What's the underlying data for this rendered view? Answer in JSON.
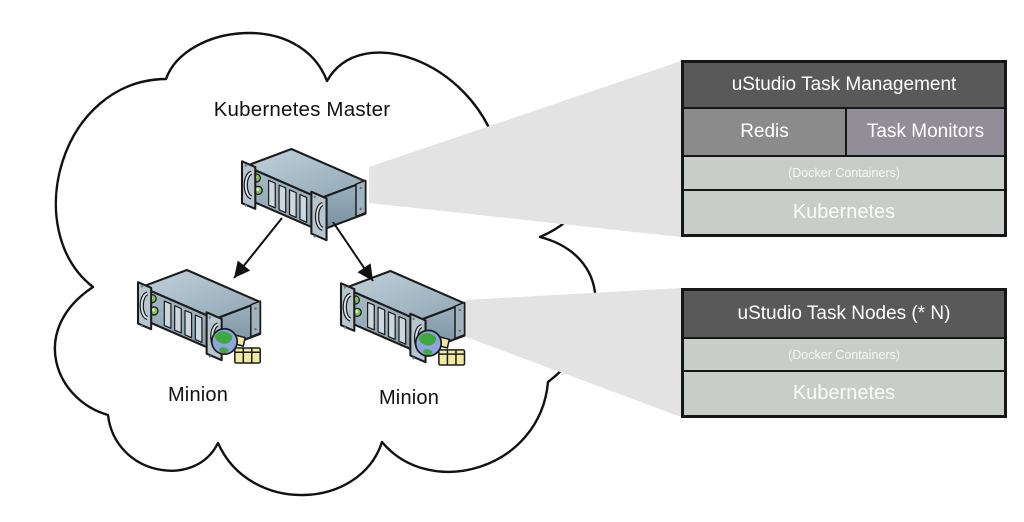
{
  "cloud_cluster": {
    "name": "kubernetes-cloud",
    "master": {
      "label": "Kubernetes Master"
    },
    "minions": [
      {
        "label": "Minion"
      },
      {
        "label": "Minion"
      }
    ]
  },
  "callouts": {
    "management": {
      "title": "uStudio Task Management",
      "components": [
        "Redis",
        "Task Monitors"
      ],
      "container_layer": "(Docker Containers)",
      "platform_layer": "Kubernetes"
    },
    "task_nodes": {
      "title": "uStudio Task Nodes (* N)",
      "container_layer": "(Docker Containers)",
      "platform_layer": "Kubernetes"
    }
  },
  "icons": {
    "master": "rack-server-icon",
    "minion": "rack-server-with-globe-icon",
    "globe": "globe-icon",
    "film": "film-strip-icon",
    "cloud": "cloud-outline",
    "arrows": "master-to-minion-arrows"
  },
  "colors": {
    "background": "#ffffff",
    "outline": "#111111",
    "header_dark": "#595959",
    "redis_cell": "#8b8b8b",
    "task_monitors_cell": "#918e97",
    "layer_light": "#c9cdc9",
    "callout_beam": "#e3e3e3",
    "text_light": "#ffffff",
    "server_blue_gray": "#9db2c0",
    "led_green": "#7cc653",
    "film_yellow": "#f1e9a2"
  }
}
